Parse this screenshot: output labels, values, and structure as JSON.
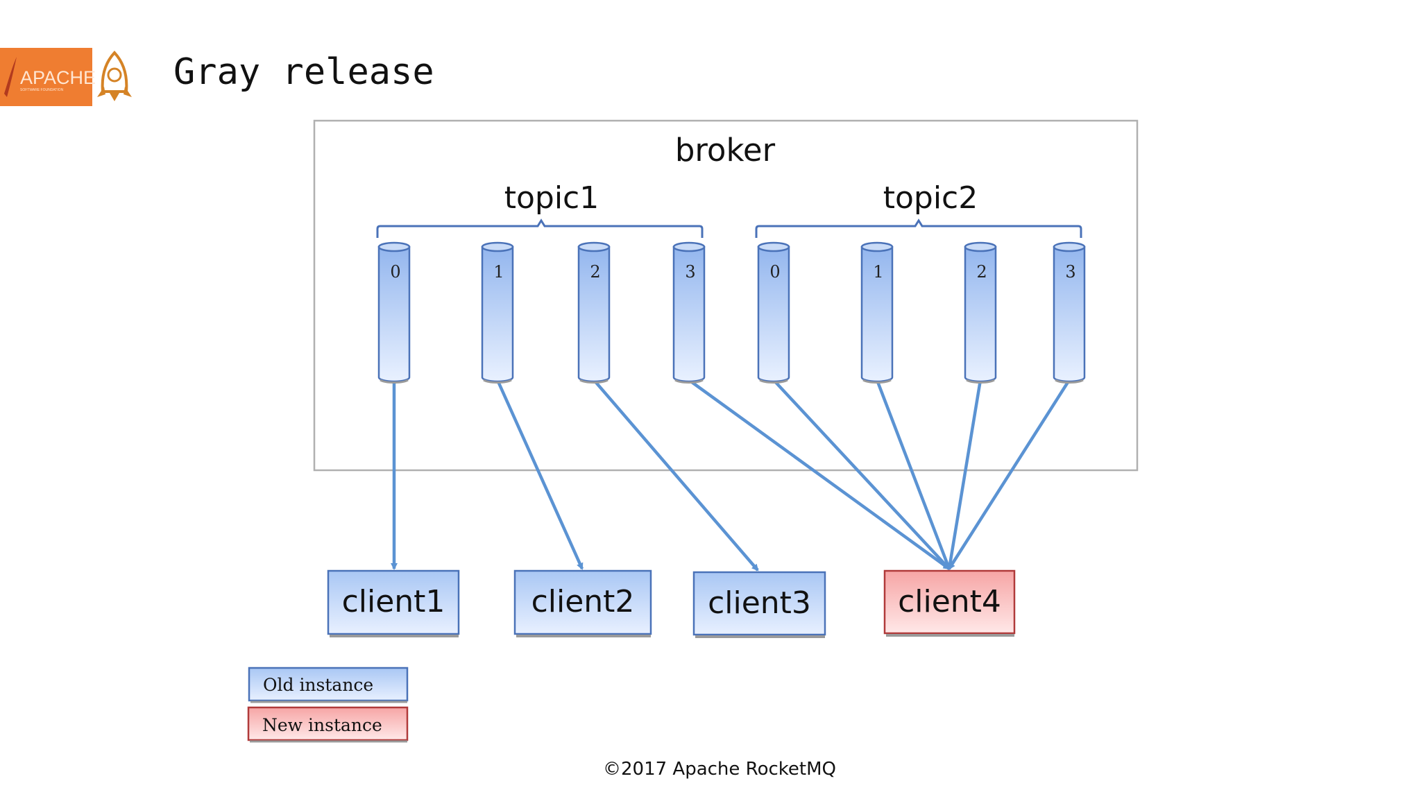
{
  "header": {
    "title": "Gray release",
    "logo_text": "APACHE",
    "logo_subtext": "SOFTWARE FOUNDATION"
  },
  "broker": {
    "label": "broker",
    "topics": [
      {
        "label": "topic1",
        "queues": [
          "0",
          "1",
          "2",
          "3"
        ]
      },
      {
        "label": "topic2",
        "queues": [
          "0",
          "1",
          "2",
          "3"
        ]
      }
    ]
  },
  "clients": [
    {
      "label": "client1",
      "kind": "old"
    },
    {
      "label": "client2",
      "kind": "old"
    },
    {
      "label": "client3",
      "kind": "old"
    },
    {
      "label": "client4",
      "kind": "new"
    }
  ],
  "links": [
    {
      "topic": 0,
      "queue": 0,
      "client": 0
    },
    {
      "topic": 0,
      "queue": 1,
      "client": 1
    },
    {
      "topic": 0,
      "queue": 2,
      "client": 2
    },
    {
      "topic": 0,
      "queue": 3,
      "client": 3
    },
    {
      "topic": 1,
      "queue": 0,
      "client": 3
    },
    {
      "topic": 1,
      "queue": 1,
      "client": 3
    },
    {
      "topic": 1,
      "queue": 2,
      "client": 3
    },
    {
      "topic": 1,
      "queue": 3,
      "client": 3
    }
  ],
  "legend": {
    "old_label": "Old instance",
    "new_label": "New instance"
  },
  "footer": {
    "copyright": "©2017 Apache RocketMQ"
  },
  "colors": {
    "old_fill_top": "#a9c7f4",
    "old_fill_bottom": "#e6efff",
    "old_stroke": "#4a72b8",
    "new_fill_top": "#f7a9a9",
    "new_fill_bottom": "#ffe6e6",
    "new_stroke": "#b03a3a",
    "arrow": "#5b93d3",
    "logo_bg": "#ef7d31"
  }
}
